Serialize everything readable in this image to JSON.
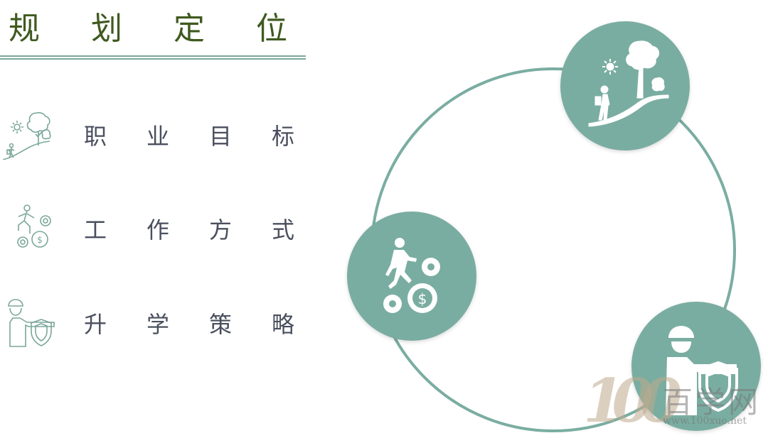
{
  "title": {
    "chars": [
      "规",
      "划",
      "定",
      "位"
    ]
  },
  "items": [
    {
      "chars": [
        "职",
        "业",
        "目",
        "标"
      ],
      "icon": "hiker-tree-icon"
    },
    {
      "chars": [
        "工",
        "作",
        "方",
        "式"
      ],
      "icon": "runner-gears-icon"
    },
    {
      "chars": [
        "升",
        "学",
        "策",
        "略"
      ],
      "icon": "person-shield-icon"
    }
  ],
  "diagram": {
    "nodes": [
      {
        "icon": "hiker-tree-icon"
      },
      {
        "icon": "runner-gears-icon"
      },
      {
        "icon": "person-shield-icon"
      }
    ]
  },
  "watermark": {
    "number": "100",
    "cn": "百学网",
    "url": "www.100xue.net"
  },
  "colors": {
    "accent": "#7aada1",
    "title": "#3f5a1f",
    "text": "#4a4f5e",
    "icon_stroke": "#7aa79a"
  }
}
